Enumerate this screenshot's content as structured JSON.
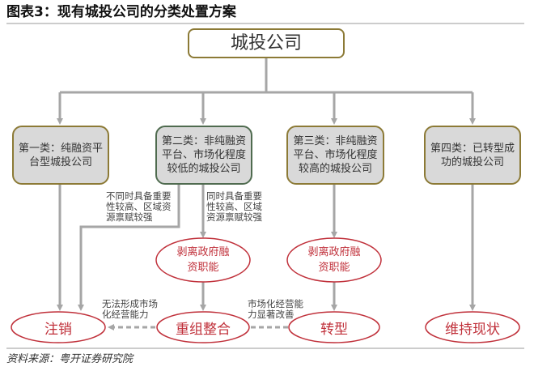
{
  "title": "图表3：现有城投公司的分类处置方案",
  "root": "城投公司",
  "categories": [
    "第一类：纯融资平台型城投公司",
    "第二类：非纯融资平台、市场化程度较低的城投公司",
    "第三类：非纯融资平台、市场化程度较高的城投公司",
    "第四类：已转型成功的城投公司"
  ],
  "notes": {
    "not_both": "不同时具备重要性较高、区域资源禀赋较强",
    "both": "同时具备重要性较高、区域资源禀赋较强",
    "fail": "无法形成市场化经营能力",
    "improve": "市场化经营能力显著改善"
  },
  "strip": [
    "剥离政府融资职能",
    "剥离政府融资职能"
  ],
  "outcomes": [
    "注销",
    "重组整合",
    "转型",
    "维持现状"
  ],
  "source": "资料来源：粤开证券研究院",
  "colors": {
    "box_border": "#8c7a36",
    "box2_border": "#4f6b4f",
    "ellipse": "#c0303a",
    "line": "#a6a6a6"
  }
}
